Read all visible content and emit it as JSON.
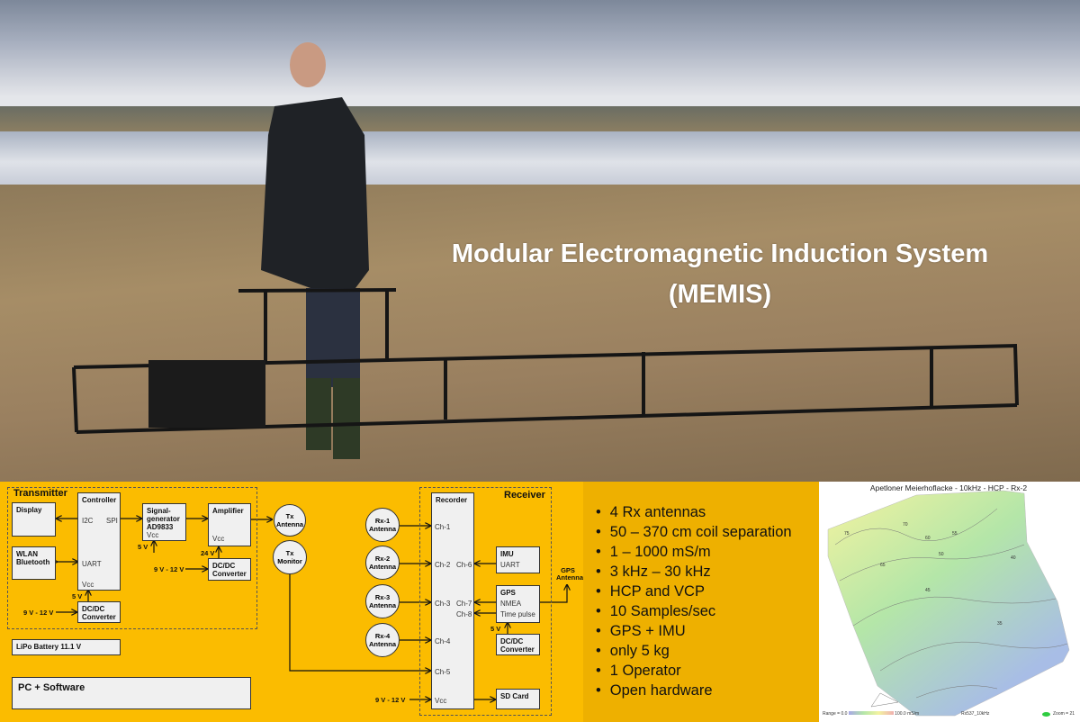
{
  "photo": {
    "title_line1": "Modular Electromagnetic Induction System",
    "title_line2": "(MEMIS)"
  },
  "diagram": {
    "transmitter": {
      "title": "Transmitter",
      "display": "Display",
      "wlan": "WLAN Bluetooth",
      "controller": "Controller",
      "i2c": "I2C",
      "spi": "SPI",
      "uart": "UART",
      "vcc": "Vcc",
      "dcdc1": "DC/DC Converter",
      "v5a": "5 V",
      "vin1": "9 V - 12 V",
      "signal_gen": "Signal-generator AD9833",
      "sg_vcc": "Vcc",
      "v5b": "5 V",
      "amplifier": "Amplifier",
      "amp_vcc": "Vcc",
      "v24": "24 V",
      "dcdc2": "DC/DC Converter",
      "vin2": "9 V - 12 V"
    },
    "tx_antenna": "Tx Antenna",
    "tx_monitor": "Tx Monitor",
    "battery": "LiPo Battery 11.1 V",
    "pc": "PC + Software",
    "receiver": {
      "title": "Receiver",
      "recorder": "Recorder",
      "channels": [
        "Ch-1",
        "Ch-2",
        "Ch-3",
        "Ch-4",
        "Ch-5",
        "Ch-6",
        "Ch-7",
        "Ch-8"
      ],
      "vcc": "Vcc",
      "vin": "9 V - 12 V",
      "rx": [
        "Rx-1 Antenna",
        "Rx-2 Antenna",
        "Rx-3 Antenna",
        "Rx-4 Antenna"
      ],
      "imu": "IMU",
      "imu_uart": "UART",
      "gps": "GPS",
      "nmea": "NMEA",
      "time_pulse": "Time pulse",
      "gps_antenna": "GPS Antenna",
      "v5": "5 V",
      "dcdc": "DC/DC Converter",
      "sd": "SD Card"
    }
  },
  "features": [
    "4 Rx antennas",
    "50 – 370 cm coil separation",
    "1 – 1000 mS/m",
    "3 kHz – 30 kHz",
    "HCP and VCP",
    "10 Samples/sec",
    "GPS + IMU",
    "only 5 kg",
    "1 Operator",
    "Open hardware"
  ],
  "map": {
    "title": "Apetloner Meierhoflacke - 10kHz - HCP - Rx-2",
    "range_label": "Range =",
    "range_min": "0.0",
    "range_max": "100.0",
    "range_unit": "mS/m",
    "file": "Rx537_10kHz",
    "zoom": "Zoom = 21",
    "contour_labels": [
      "75",
      "70",
      "65",
      "60",
      "55",
      "50",
      "45",
      "40",
      "35"
    ],
    "colors": {
      "high": "#f3f3a0",
      "mid": "#b4e6a8",
      "low": "#a8bde6"
    }
  }
}
